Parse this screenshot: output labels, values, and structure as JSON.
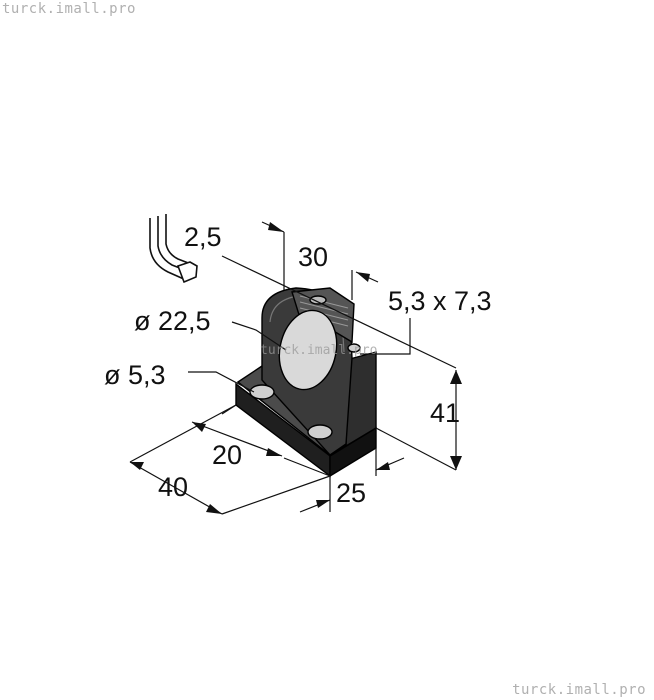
{
  "watermark": {
    "top": "turck.imall.pro",
    "bottom": "turck.imall.pro",
    "center": "turck.imall.pro"
  },
  "dimensions": {
    "thickness": "2,5",
    "top_width": "30",
    "slot": "5,3 x 7,3",
    "bore_diameter": "ø 22,5",
    "hole_diameter": "ø 5,3",
    "height": "41",
    "hole_spacing": "20",
    "length": "40",
    "depth": "25"
  },
  "colors": {
    "body": "#2b2b2b",
    "body_light": "#5a5a5a",
    "bore": "#d9d9d9",
    "line": "#111111"
  }
}
